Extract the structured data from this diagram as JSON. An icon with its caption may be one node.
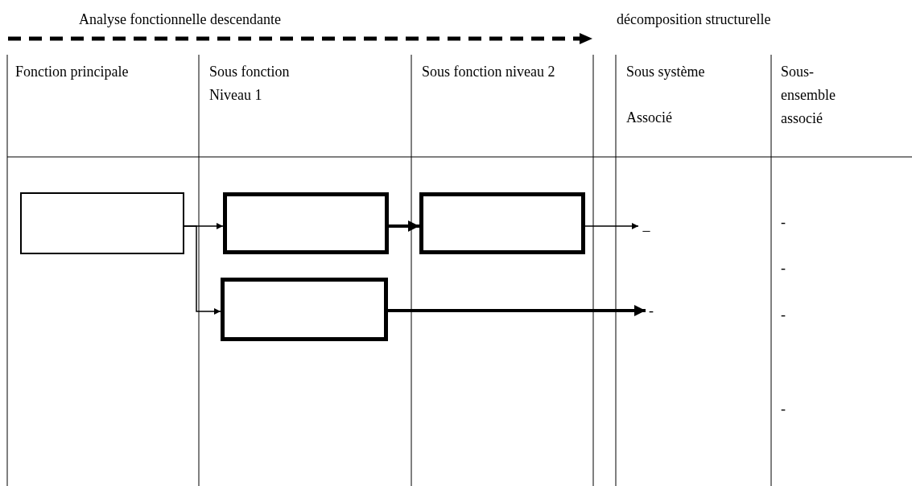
{
  "diagram": {
    "nodes": [
      {
        "text": [],
        "shape": "box"
      },
      {
        "text": [],
        "shape": "box"
      },
      {
        "text": [],
        "shape": "box"
      },
      {
        "text": [],
        "shape": "box"
      },
      {
        "text": [
          "_"
        ]
      },
      {
        "text": [
          "-"
        ]
      }
    ],
    "edges": [
      {
        "from": 0,
        "to": 1,
        "arrow": "to"
      },
      {
        "from": 0,
        "to": 3,
        "arrow": "to"
      },
      {
        "from": 1,
        "to": 2,
        "arrow": "to",
        "style": "thick"
      },
      {
        "from": 2,
        "to": 4,
        "arrow": "to"
      },
      {
        "from": 3,
        "to": 5,
        "arrow": "to",
        "style": "thick"
      }
    ],
    "labels": [
      "Analyse fonctionnelle descendante",
      "décomposition structurelle",
      "Fonction principale",
      "Sous fonction",
      "Niveau 1",
      "Sous fonction niveau 2",
      "Sous système",
      "Associé",
      "Sous- ensemble associé",
      "-",
      "-",
      "-",
      "-"
    ]
  }
}
